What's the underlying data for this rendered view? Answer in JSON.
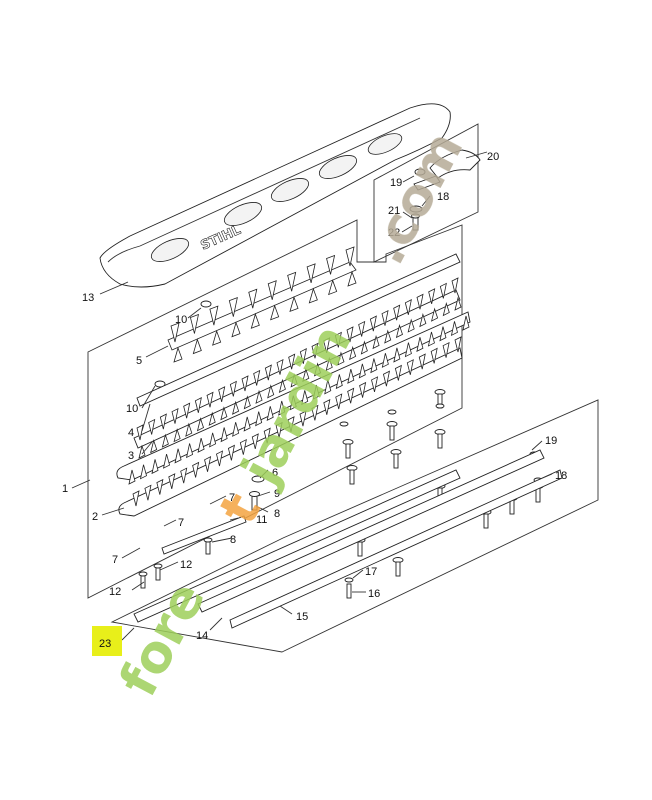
{
  "diagram": {
    "brand_text": "STIHL",
    "highlight_color": "#e8ef1a",
    "watermark": {
      "lettering": "foretjardin.com",
      "colors": {
        "green": "#9ecf5a",
        "orange": "#f4a340",
        "gray": "#b5ab96"
      }
    },
    "callouts": [
      {
        "id": "13",
        "text": "13"
      },
      {
        "id": "20",
        "text": "20"
      },
      {
        "id": "19a",
        "text": "19"
      },
      {
        "id": "18a",
        "text": "18"
      },
      {
        "id": "21",
        "text": "21"
      },
      {
        "id": "22",
        "text": "22"
      },
      {
        "id": "10a",
        "text": "10"
      },
      {
        "id": "5",
        "text": "5"
      },
      {
        "id": "10b",
        "text": "10"
      },
      {
        "id": "4",
        "text": "4"
      },
      {
        "id": "3",
        "text": "3"
      },
      {
        "id": "1",
        "text": "1"
      },
      {
        "id": "2",
        "text": "2"
      },
      {
        "id": "6",
        "text": "6"
      },
      {
        "id": "9",
        "text": "9"
      },
      {
        "id": "7a",
        "text": "7"
      },
      {
        "id": "8a",
        "text": "8"
      },
      {
        "id": "11",
        "text": "11"
      },
      {
        "id": "7b",
        "text": "7"
      },
      {
        "id": "8b",
        "text": "8"
      },
      {
        "id": "7c",
        "text": "7"
      },
      {
        "id": "12a",
        "text": "12"
      },
      {
        "id": "12b",
        "text": "12"
      },
      {
        "id": "19b",
        "text": "19"
      },
      {
        "id": "18b",
        "text": "18"
      },
      {
        "id": "17",
        "text": "17"
      },
      {
        "id": "16",
        "text": "16"
      },
      {
        "id": "15",
        "text": "15"
      },
      {
        "id": "14",
        "text": "14"
      },
      {
        "id": "23",
        "text": "23"
      }
    ]
  }
}
